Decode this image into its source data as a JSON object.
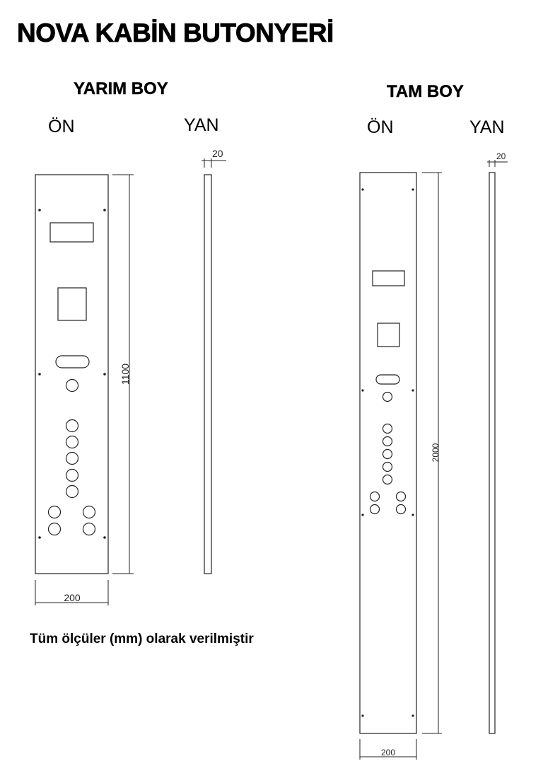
{
  "title": "NOVA KABİN BUTONYERİ",
  "half_height": {
    "heading": "YARIM BOY",
    "front_label": "ÖN",
    "side_label": "YAN",
    "height_dim": "1100",
    "width_dim": "200",
    "thickness_dim": "20"
  },
  "full_height": {
    "heading": "TAM BOY",
    "front_label": "ÖN",
    "side_label": "YAN",
    "height_dim": "2000",
    "width_dim": "200",
    "thickness_dim": "20"
  },
  "note": "Tüm ölçüler (mm) olarak verilmiştir"
}
